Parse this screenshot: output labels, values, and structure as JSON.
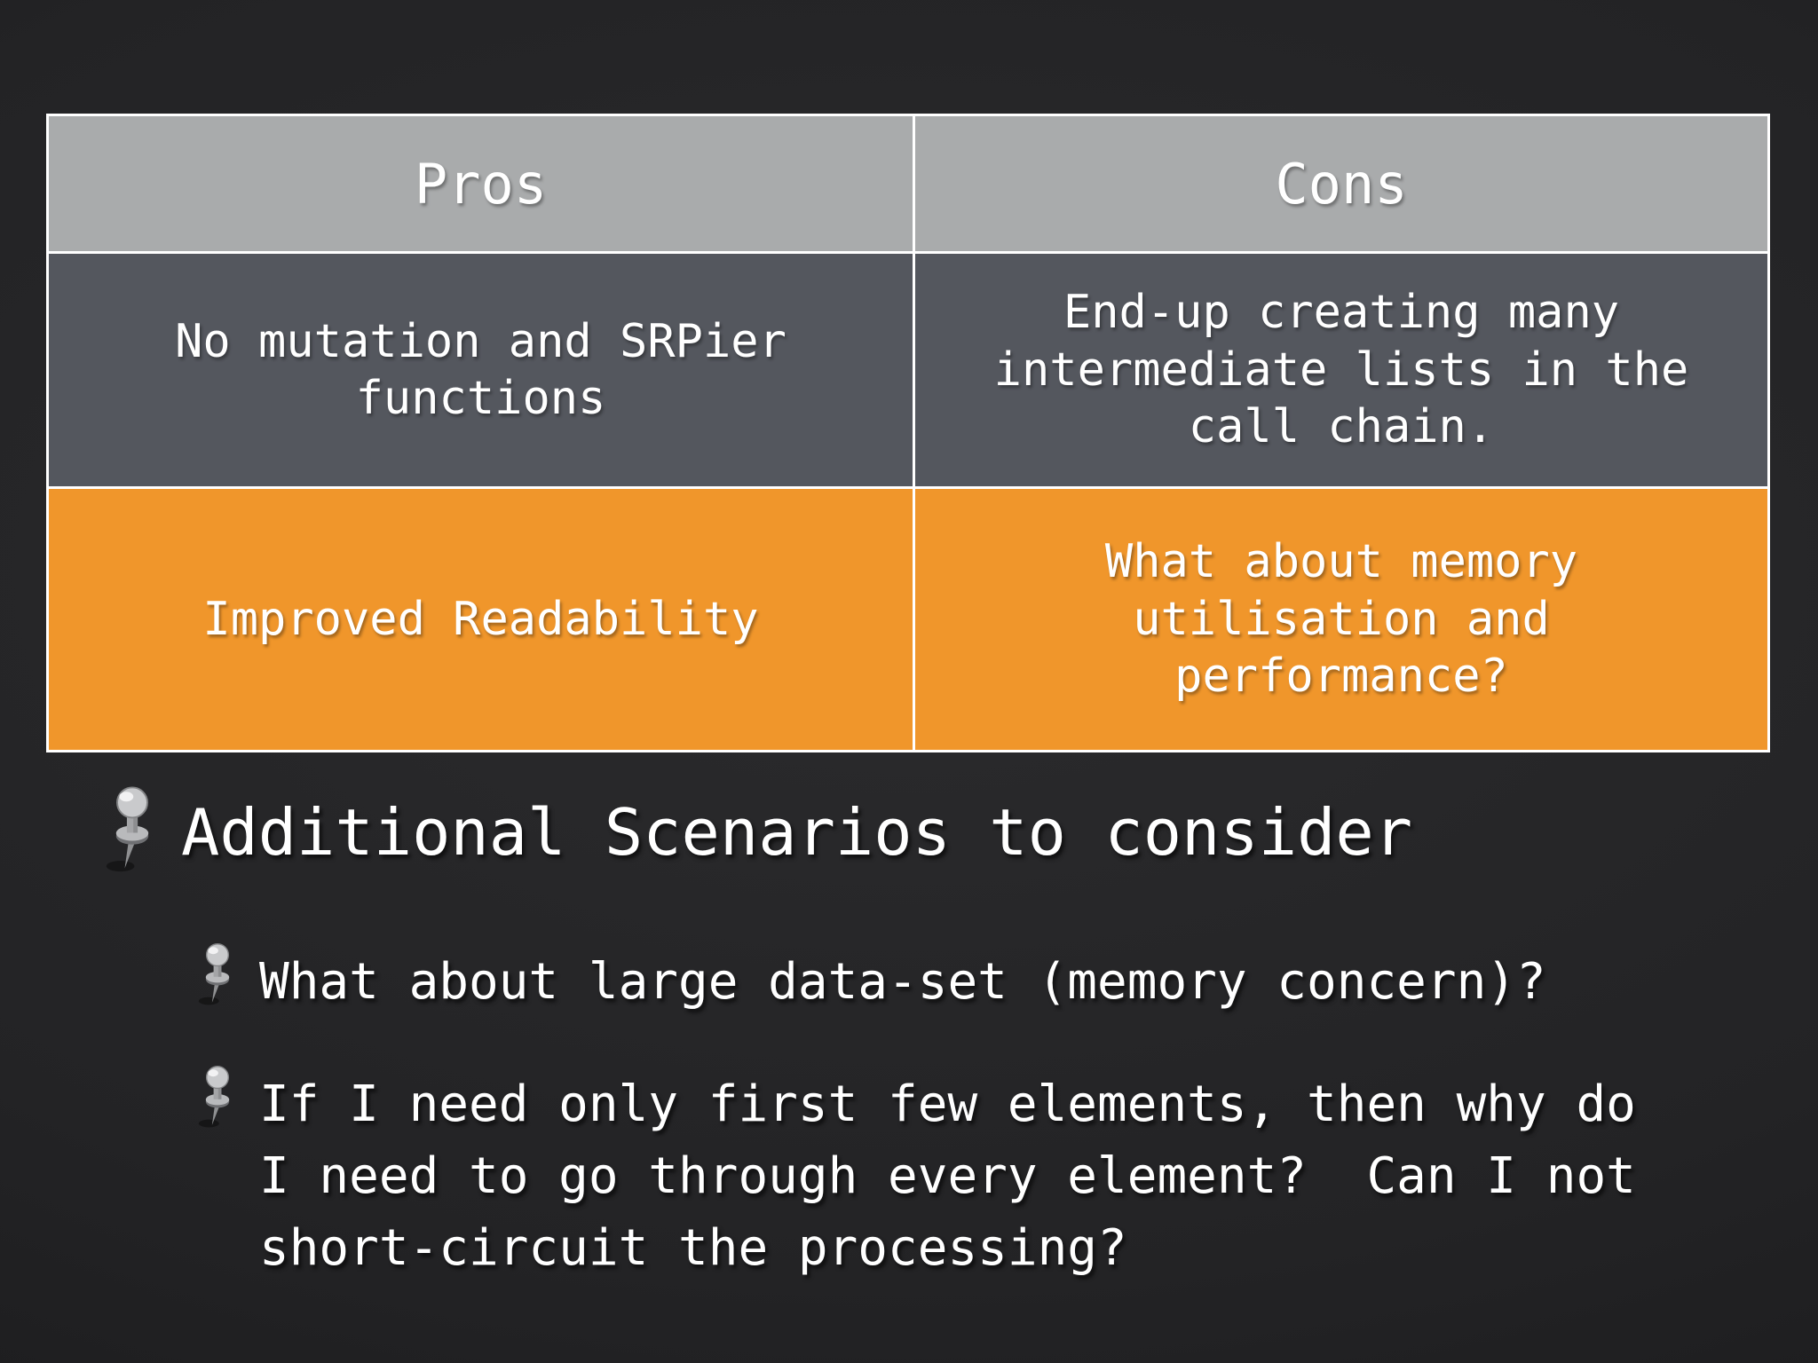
{
  "slide": {
    "table": {
      "headers": [
        {
          "label": "Pros"
        },
        {
          "label": "Cons"
        }
      ],
      "rows": [
        {
          "cells": [
            {
              "text": "No mutation and SRPier\nfunctions"
            },
            {
              "text": "End-up creating many\nintermediate lists in the\ncall chain."
            }
          ]
        },
        {
          "cells": [
            {
              "text": "Improved Readability"
            },
            {
              "text": "What about memory\nutilisation and\nperformance?"
            }
          ]
        }
      ]
    },
    "bullets": {
      "heading": {
        "icon": "pushpin-icon",
        "label": "Additional Scenarios to consider"
      },
      "items": [
        {
          "icon": "pushpin-icon",
          "label": "What about large data-set (memory concern)?"
        },
        {
          "icon": "pushpin-icon",
          "label": "If I need only first few elements, then why do\nI need to go through every element?  Can I not\nshort-circuit the processing?"
        }
      ]
    },
    "colors": {
      "background": "#232325",
      "table_header": "#A9ABAC",
      "table_row_dark": "#54575E",
      "table_row_accent": "#F0962B",
      "table_border": "#FFFFFF",
      "text": "#FFFFFF"
    }
  }
}
